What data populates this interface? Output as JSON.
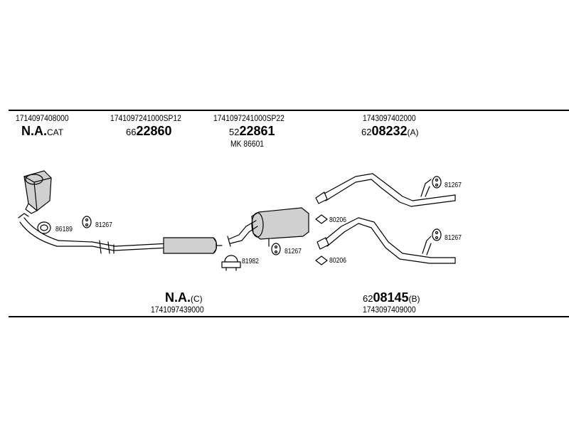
{
  "top_row": [
    {
      "part_no": "1714097408000",
      "prefix": "",
      "code": "N.A.",
      "suffix": "CAT"
    },
    {
      "part_no": "1741097241000SP12",
      "prefix": "66",
      "code": "22860",
      "suffix": ""
    },
    {
      "part_no": "1741097241000SP22",
      "prefix": "52",
      "code": "22861",
      "suffix": "",
      "extra": "MK 86601"
    },
    {
      "part_no": "1743097402000",
      "prefix": "62",
      "code": "08232",
      "suffix": "(A)"
    }
  ],
  "bottom_row": [
    {
      "part_no": "1741097439000",
      "prefix": "",
      "code": "N.A.",
      "suffix": "(C)"
    },
    {
      "part_no": "1743097409000",
      "prefix": "62",
      "code": "08145",
      "suffix": "(B)"
    }
  ],
  "callouts": {
    "ring_left": "86189",
    "hanger_left": "81267",
    "clamp": "81982",
    "hanger_mid": "81267",
    "gasket_top": "80206",
    "gasket_bottom": "80206",
    "hanger_right_top": "81267",
    "hanger_right_bottom": "81267"
  }
}
